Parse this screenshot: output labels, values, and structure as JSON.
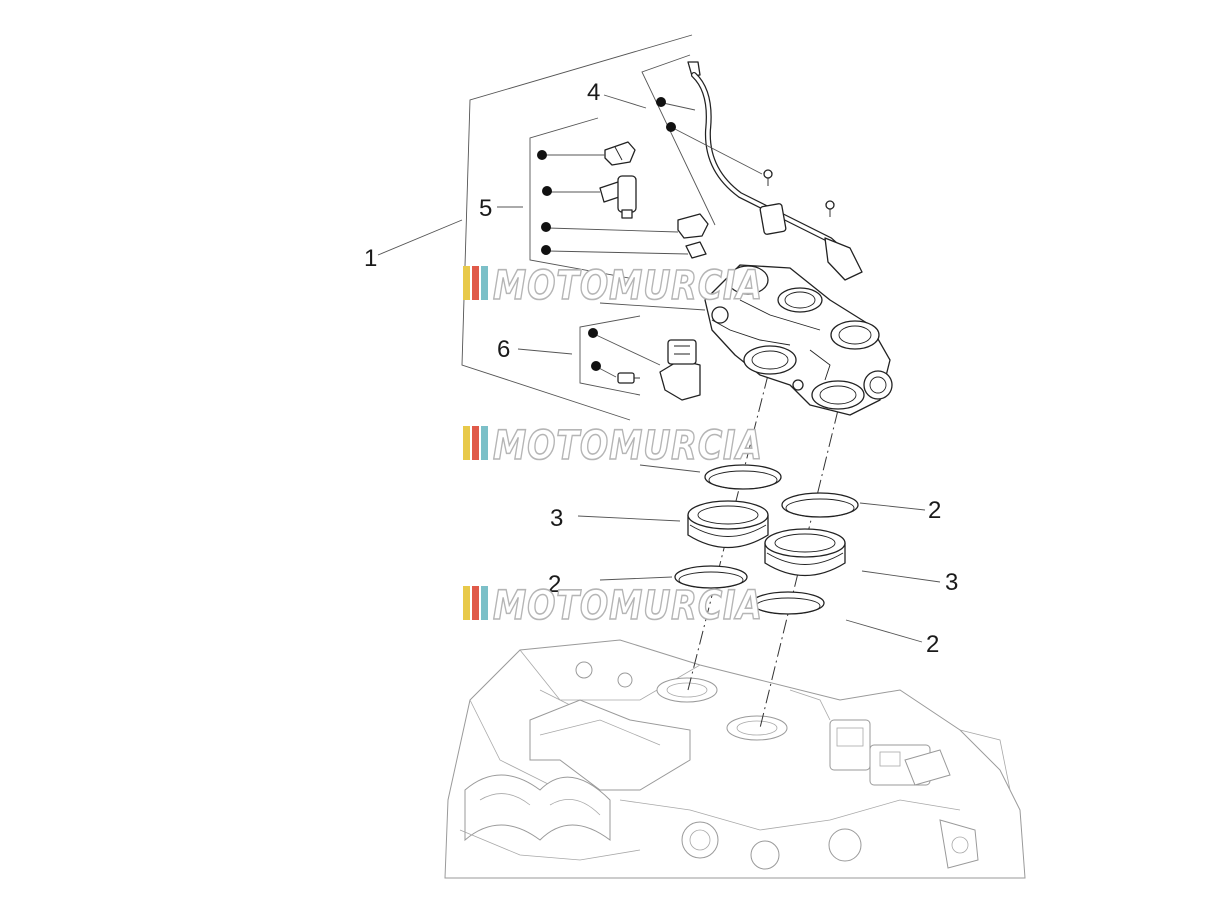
{
  "diagram": {
    "callouts": {
      "c1": "1",
      "c2_top": "2",
      "c2_left": "2",
      "c2_bottom": "2",
      "c3_left": "3",
      "c3_right": "3",
      "c4": "4",
      "c5": "5",
      "c6": "6"
    },
    "watermark": {
      "text": "MOTOMURCIA",
      "stripe_colors": [
        "#e8c94a",
        "#e05a4a",
        "#7cc0c8"
      ]
    }
  }
}
